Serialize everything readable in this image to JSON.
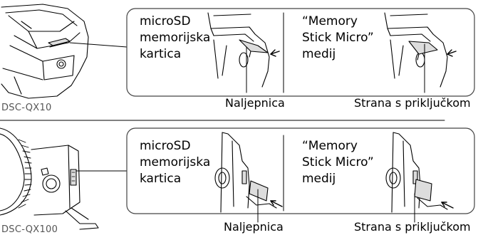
{
  "sections": [
    {
      "model": "DSC-QX10",
      "microsd_label": [
        "microSD",
        "memorijska",
        "kartica"
      ],
      "memstick_label": [
        "“Memory",
        "Stick Micro”",
        "medij"
      ],
      "callout_label": "Naljepnica",
      "callout_terminal": "Strana s priključkom"
    },
    {
      "model": "DSC-QX100",
      "microsd_label": [
        "microSD",
        "memorijska",
        "kartica"
      ],
      "memstick_label": [
        "“Memory",
        "Stick Micro”",
        "medij"
      ],
      "callout_label": "Naljepnica",
      "callout_terminal": "Strana s priključkom"
    }
  ]
}
